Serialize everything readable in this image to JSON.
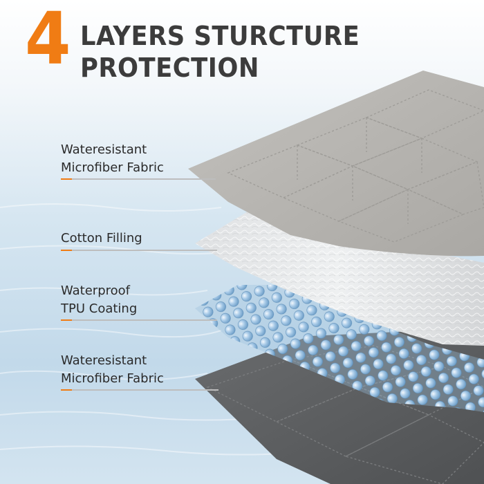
{
  "headline": {
    "number": "4",
    "line1": "LAYERS STURCTURE",
    "line2": "PROTECTION"
  },
  "colors": {
    "accent": "#f07c14",
    "title": "#3c3c3c",
    "top_fabric": "#b9b7b3",
    "filling": "#e4e5e6",
    "tpu": "#8fb6d8",
    "bottom_fabric": "#5d5f61"
  },
  "layers": [
    {
      "label_lines": [
        "Wateresistant",
        "Microfiber Fabric"
      ]
    },
    {
      "label_lines": [
        "Cotton Filling"
      ]
    },
    {
      "label_lines": [
        "Waterproof",
        "TPU Coating"
      ]
    },
    {
      "label_lines": [
        "Wateresistant",
        "Microfiber Fabric"
      ]
    }
  ]
}
